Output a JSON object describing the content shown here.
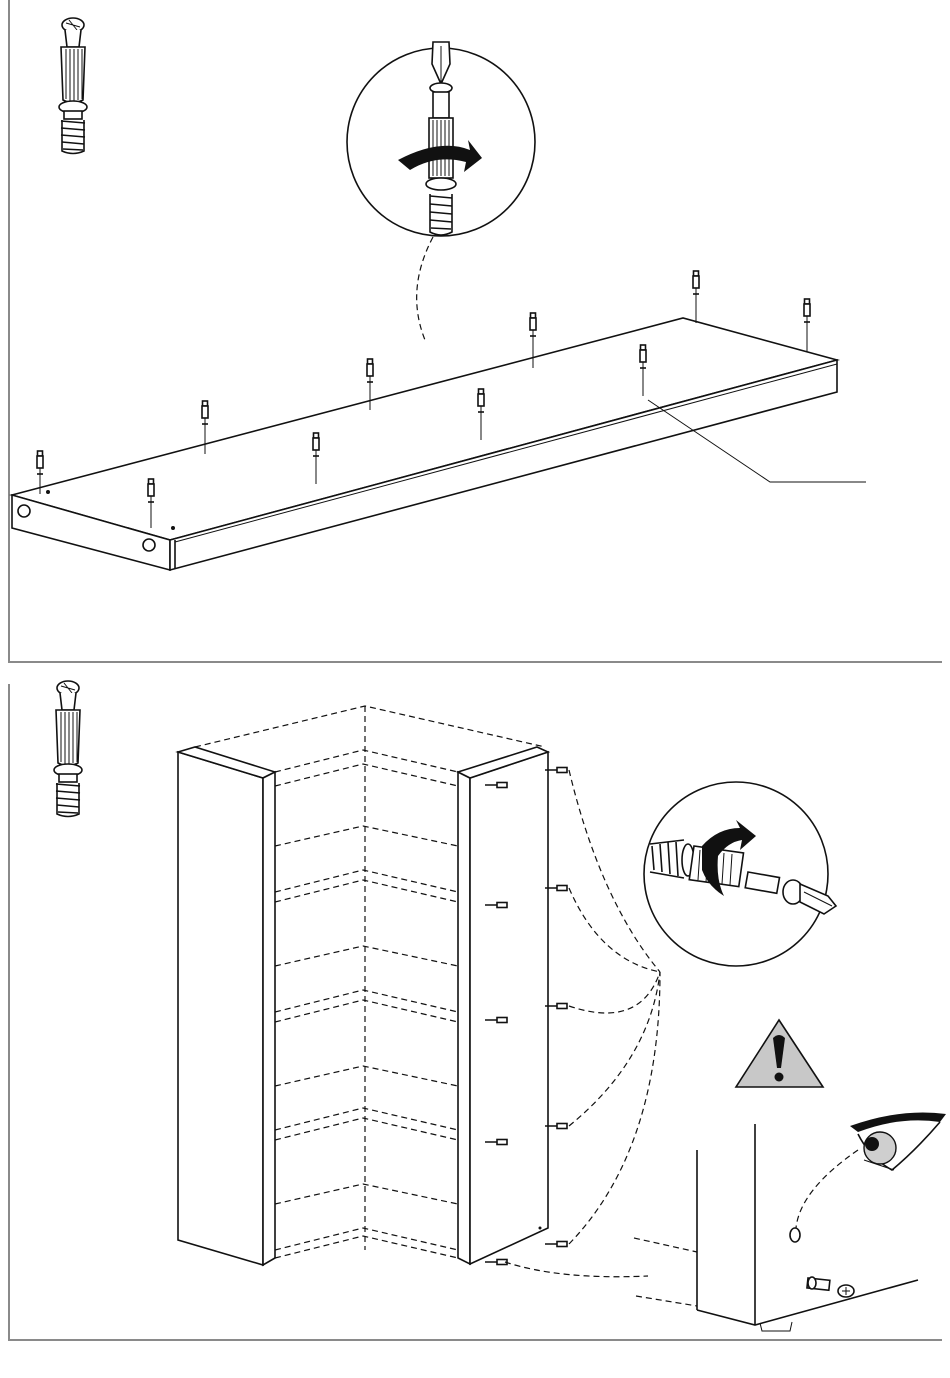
{
  "steps": [
    {
      "id": "step-1",
      "part": "cam-screw-dowel",
      "action": "screw-in-dowels-into-panel",
      "dowel_count": 10,
      "detail_icon": "screwdriver-rotate-icon"
    },
    {
      "id": "step-2",
      "part": "cam-screw-dowel",
      "action": "screw-in-dowels-into-side-panel",
      "detail_icon": "screwdriver-rotate-icon",
      "warning_icon": "warning-triangle-icon",
      "inspect_icon": "eye-icon"
    }
  ],
  "colors": {
    "line": "#111111",
    "frame": "#8a8a8a",
    "warning_fill": "#c8c8c8",
    "paper": "#ffffff"
  }
}
